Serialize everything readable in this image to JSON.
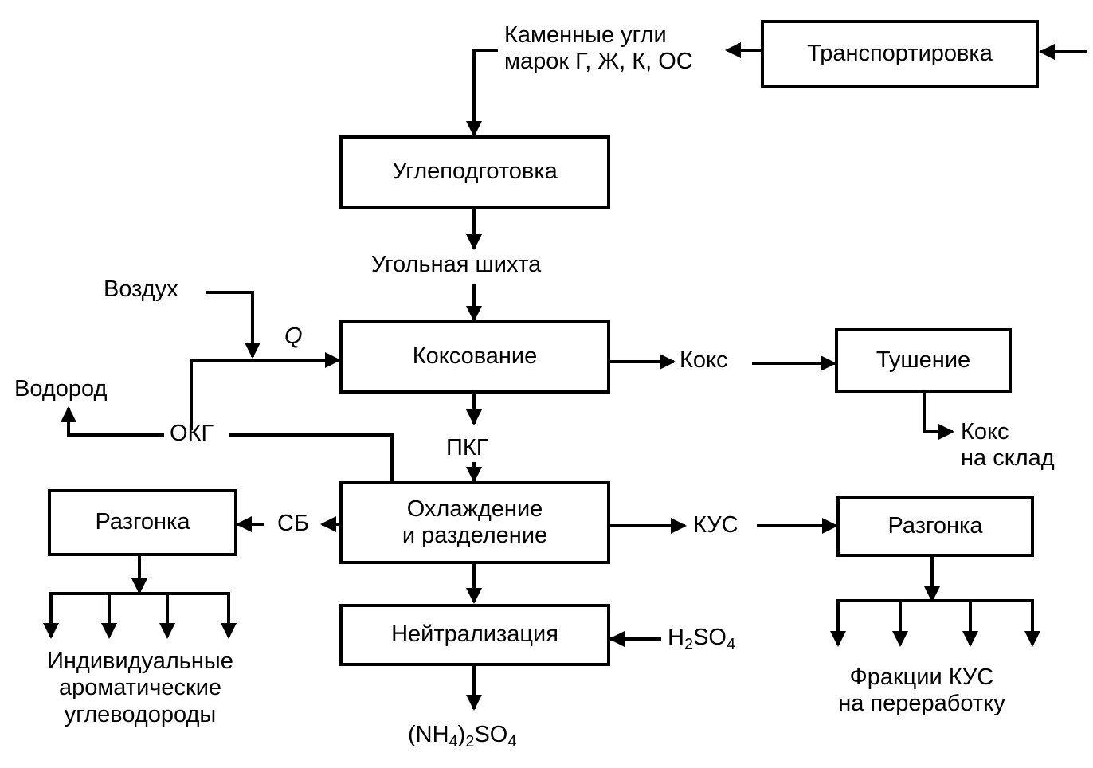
{
  "diagram": {
    "type": "process-flow",
    "subject": "coke production flowsheet",
    "blocks": {
      "transport": "Транспортировка",
      "coal_prep": "Углеподготовка",
      "coking": "Коксование",
      "quenching": "Тушение",
      "cooling_line1": "Охлаждение",
      "cooling_line2": "и разделение",
      "neutralization": "Нейтрализация",
      "distill_left": "Разгонка",
      "distill_right": "Разгонка"
    },
    "labels": {
      "coal_line1": "Каменные угли",
      "coal_line2": "марок Г, Ж, К, ОС",
      "coal_charge": "Угольная шихта",
      "air": "Воздух",
      "heat": "Q",
      "hydrogen": "Водород",
      "okg": "ОКГ",
      "pkg": "ПКГ",
      "coke": "Кокс",
      "coke_store_line1": "Кокс",
      "coke_store_line2": "на склад",
      "sb": "СБ",
      "kus": "КУС",
      "acid_main": "H",
      "acid_sub1": "2",
      "acid_mid": "SO",
      "acid_sub2": "4",
      "ammonium_a": "(NH",
      "ammonium_sub1": "4",
      "ammonium_b": ")",
      "ammonium_sub2": "2",
      "ammonium_c": "SO",
      "ammonium_sub3": "4",
      "aromatics_line1": "Индивидуальные",
      "aromatics_line2": "ароматические",
      "aromatics_line3": "углеводороды",
      "fractions_line1": "Фракции КУС",
      "fractions_line2": "на переработку"
    },
    "edges": [
      {
        "from": "external",
        "to": "Транспортировка"
      },
      {
        "from": "Транспортировка",
        "to": "Каменные угли"
      },
      {
        "from": "Каменные угли",
        "to": "Углеподготовка"
      },
      {
        "from": "Углеподготовка",
        "to": "Угольная шихта"
      },
      {
        "from": "Угольная шихта",
        "to": "Коксование"
      },
      {
        "from": "Воздух",
        "to": "Q"
      },
      {
        "from": "ОКГ",
        "to": "Q"
      },
      {
        "from": "Q",
        "to": "Коксование"
      },
      {
        "from": "Коксование",
        "to": "Кокс"
      },
      {
        "from": "Кокс",
        "to": "Тушение"
      },
      {
        "from": "Тушение",
        "to": "Кокс на склад"
      },
      {
        "from": "Коксование",
        "to": "ПКГ"
      },
      {
        "from": "ПКГ",
        "to": "Охлаждение и разделение"
      },
      {
        "from": "Охлаждение и разделение",
        "to": "ОКГ"
      },
      {
        "from": "ОКГ",
        "to": "Водород"
      },
      {
        "from": "Охлаждение и разделение",
        "to": "СБ"
      },
      {
        "from": "СБ",
        "to": "Разгонка (СБ)"
      },
      {
        "from": "Разгонка (СБ)",
        "to": "Индивидуальные ароматические углеводороды"
      },
      {
        "from": "Охлаждение и разделение",
        "to": "КУС"
      },
      {
        "from": "КУС",
        "to": "Разгонка (КУС)"
      },
      {
        "from": "Разгонка (КУС)",
        "to": "Фракции КУС на переработку"
      },
      {
        "from": "Охлаждение и разделение",
        "to": "Нейтрализация"
      },
      {
        "from": "H2SO4",
        "to": "Нейтрализация"
      },
      {
        "from": "Нейтрализация",
        "to": "(NH4)2SO4"
      }
    ]
  }
}
